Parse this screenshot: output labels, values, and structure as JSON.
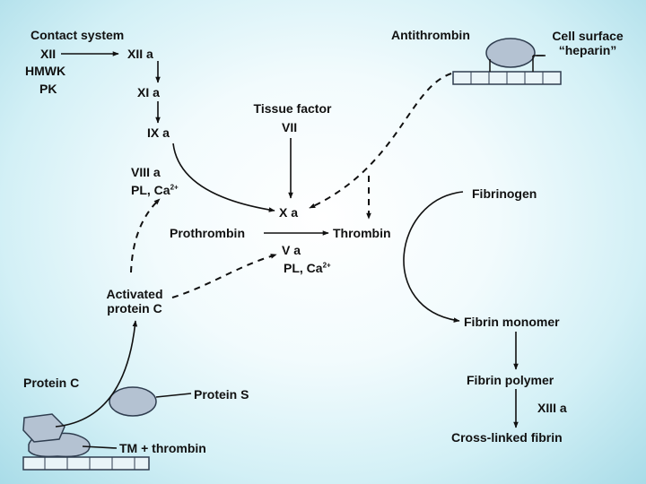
{
  "labels": {
    "contact_system": "Contact system",
    "xii": "XII",
    "hmwk": "HMWK",
    "pk": "PK",
    "xiia": "XII a",
    "xia": "XI a",
    "ixa": "IX a",
    "viiia": "VIII a",
    "pl_ca_1": "PL, Ca",
    "ca_charge_1": "2+",
    "tissue_factor": "Tissue factor",
    "vii": "VII",
    "xa": "X a",
    "prothrombin": "Prothrombin",
    "thrombin": "Thrombin",
    "va": "V a",
    "pl_ca_2": "PL, Ca",
    "ca_charge_2": "2+",
    "activated_protein_c_1": "Activated",
    "activated_protein_c_2": "protein C",
    "protein_c": "Protein C",
    "protein_s": "Protein S",
    "tm_thrombin": "TM + thrombin",
    "antithrombin": "Antithrombin",
    "cell_surface": "Cell surface",
    "heparin": "“heparin”",
    "fibrinogen": "Fibrinogen",
    "fibrin_monomer": "Fibrin monomer",
    "fibrin_polymer": "Fibrin polymer",
    "xiiia": "XIII a",
    "cross_linked_fibrin": "Cross-linked fibrin"
  },
  "colors": {
    "background_center": "#ffffff",
    "background_edge": "#a9dce8",
    "shape_fill": "#b4c2d2",
    "shape_stroke": "#2f3d4f",
    "membrane_fill": "#e9f4f8",
    "line": "#111111"
  }
}
